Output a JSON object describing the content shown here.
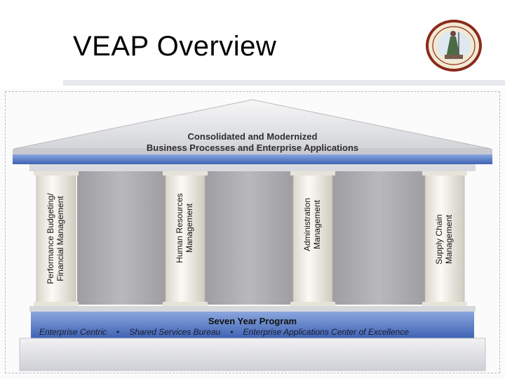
{
  "page": {
    "title": "VEAP Overview"
  },
  "roof": {
    "line1": "Consolidated and Modernized",
    "line2": "Business Processes and Enterprise Applications"
  },
  "pillars": [
    {
      "line1": "Performance Budgeting/",
      "line2": "Financial Management"
    },
    {
      "line1": "Human Resources",
      "line2": "Management"
    },
    {
      "line1": "Administration",
      "line2": "Management"
    },
    {
      "line1": "Supply Chain",
      "line2": "Management"
    }
  ],
  "foundation": {
    "title": "Seven Year Program",
    "items": [
      "Enterprise Centric",
      "Shared Services Bureau",
      "Enterprise Applications Center of Excellence"
    ],
    "separator": "•"
  },
  "seal": {
    "icon": "virginia-state-seal-icon"
  },
  "colors": {
    "roof_blue": "#5b7fc7",
    "foundation_blue": "#5478c4",
    "panel_gray": "#a9a9ac",
    "column_cream": "#f4f2ea"
  }
}
